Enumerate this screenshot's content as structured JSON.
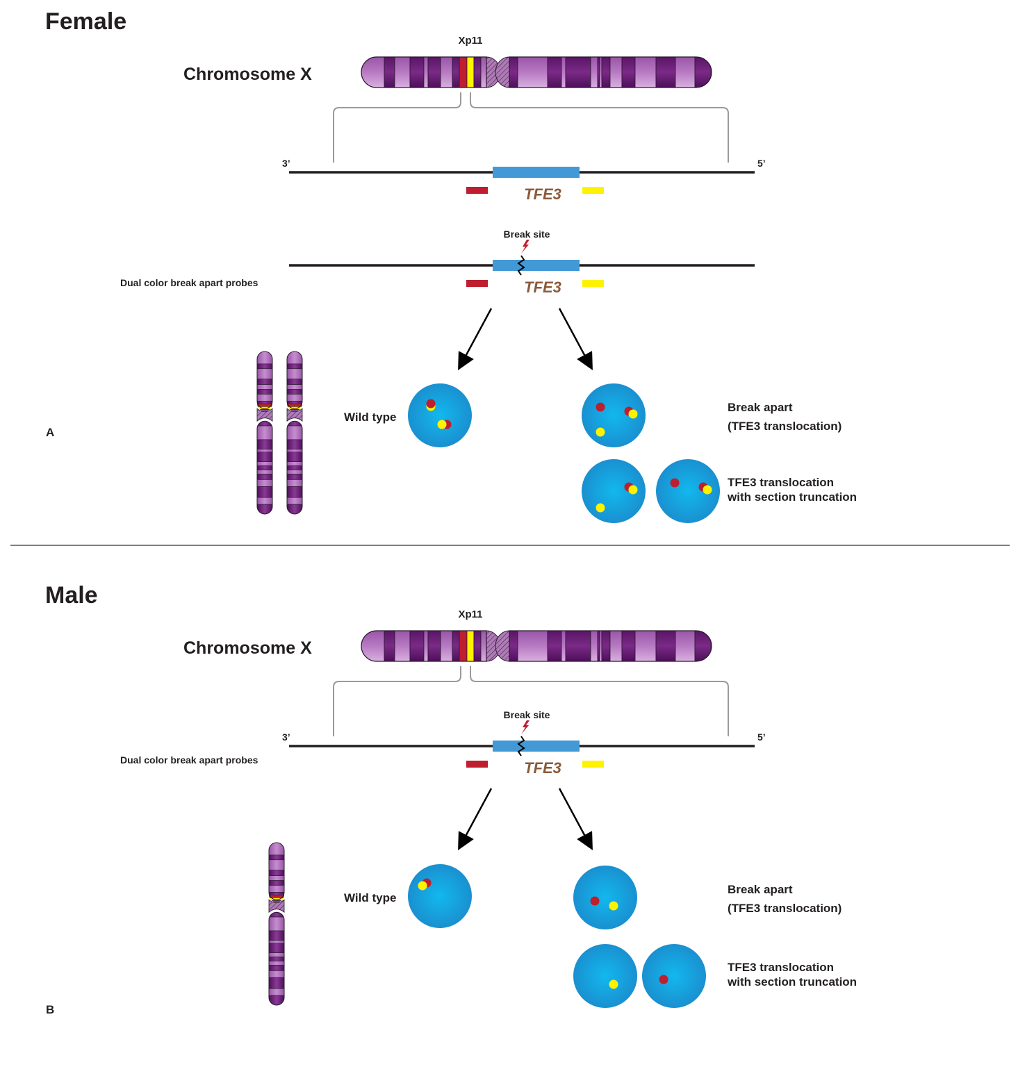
{
  "colors": {
    "chromosome_light": "#b77ac2",
    "chromosome_dark": "#4e0f5a",
    "probe_red": "#be1e2d",
    "probe_yellow": "#fff200",
    "gene_blue": "#4299d6",
    "nucleus_blue": "#1aa3e0",
    "gene_label": "#8b5a3a",
    "bracket_gray": "#9a9a9a"
  },
  "panels": [
    {
      "id": "female",
      "letter": "A",
      "title": "Female",
      "chromosome_label": "Chromosome X",
      "band_label": "Xp11",
      "strand_left": "3’",
      "strand_right": "5’",
      "gene": "TFE3",
      "break_label": "Break site",
      "probes_label": "Dual color break apart probes",
      "metaphase_chromosome_count": 2,
      "wild_type_label": "Wild type",
      "break_apart_label": [
        "Break apart",
        "(TFE3 translocation)"
      ],
      "truncation_label": [
        "TFE3 translocation",
        "with section truncation"
      ],
      "nuclei": {
        "wild_type": [
          {
            "signals": [
              "fusion",
              "fusion"
            ]
          }
        ],
        "break_apart": [
          {
            "signals": [
              "red",
              "yellow",
              "fusion"
            ]
          }
        ],
        "truncation": [
          {
            "signals": [
              "yellow",
              "fusion"
            ]
          },
          {
            "signals": [
              "red",
              "fusion"
            ]
          }
        ]
      }
    },
    {
      "id": "male",
      "letter": "B",
      "title": "Male",
      "chromosome_label": "Chromosome X",
      "band_label": "Xp11",
      "strand_left": "3’",
      "strand_right": "5’",
      "gene": "TFE3",
      "break_label": "Break site",
      "probes_label": "Dual color break apart probes",
      "metaphase_chromosome_count": 1,
      "wild_type_label": "Wild type",
      "break_apart_label": [
        "Break apart",
        "(TFE3 translocation)"
      ],
      "truncation_label": [
        "TFE3 translocation",
        "with section truncation"
      ],
      "nuclei": {
        "wild_type": [
          {
            "signals": [
              "fusion"
            ]
          }
        ],
        "break_apart": [
          {
            "signals": [
              "red",
              "yellow"
            ]
          }
        ],
        "truncation": [
          {
            "signals": [
              "yellow"
            ]
          },
          {
            "signals": [
              "red"
            ]
          }
        ]
      }
    }
  ]
}
